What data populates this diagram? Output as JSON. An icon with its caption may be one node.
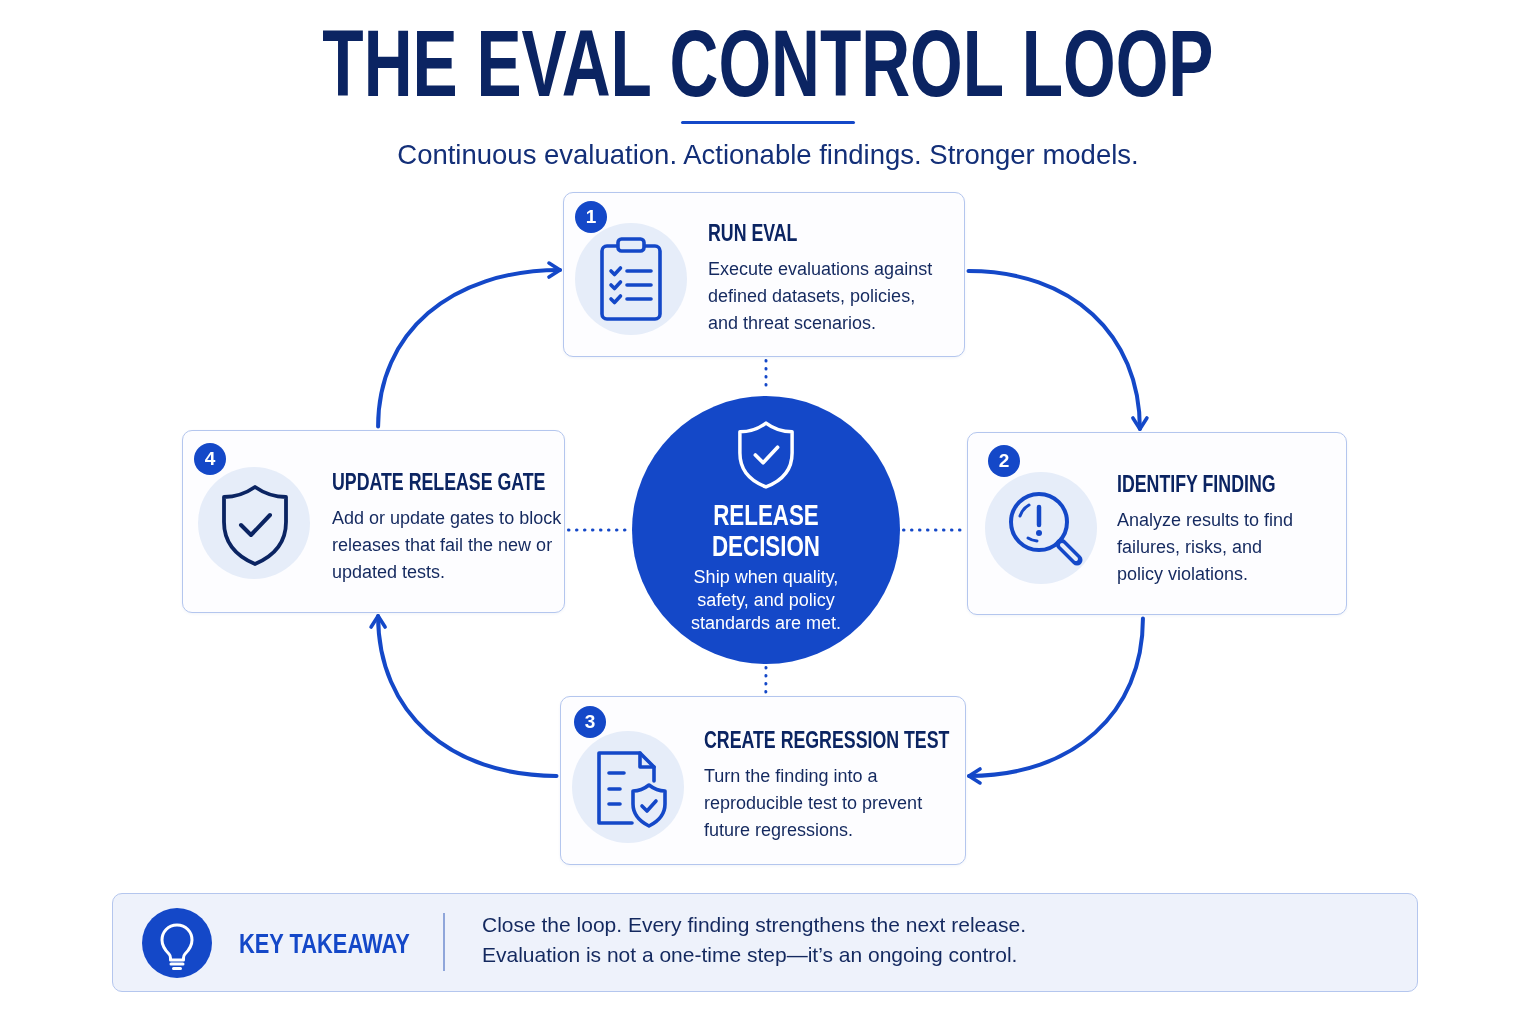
{
  "diagram": {
    "title": "THE EVAL CONTROL LOOP",
    "nodes": [
      {
        "text": [
          "RUN EVAL",
          "Execute evaluations against defined datasets, policies, and threat scenarios."
        ]
      },
      {
        "text": [
          "1"
        ],
        "in": 0
      },
      {
        "text": [
          "UPDATE RELEASE GATE",
          "Add or update gates to block releases that fail the new or updated tests."
        ]
      },
      {
        "text": [
          "4"
        ],
        "in": 2
      },
      {
        "text": [
          "RELEASE DECISION",
          "Ship when quality, safety, and policy standards are met."
        ]
      },
      {
        "text": [
          "IDENTIFY FINDING",
          "Analyze results to find failures, risks, and policy violations."
        ]
      },
      {
        "text": [
          "2"
        ],
        "in": 5
      },
      {
        "text": [
          "CREATE REGRESSION TEST",
          "Turn the finding into a reproducible test to prevent future regressions."
        ]
      },
      {
        "text": [
          "3"
        ],
        "in": 7
      },
      {
        "text": [
          "KEY TAKEAWAY",
          "Close the loop. Every finding strengthens the next release.",
          "Evaluation is not a one-time step—it’s an ongoing control."
        ]
      }
    ],
    "edges": [
      {
        "from": 0,
        "to": 5,
        "arrow": "to"
      },
      {
        "from": 5,
        "to": 7,
        "arrow": "to"
      },
      {
        "from": 7,
        "to": 2,
        "arrow": "to"
      },
      {
        "from": 2,
        "to": 0,
        "arrow": "to"
      },
      {
        "from": 0,
        "to": 4,
        "arrow": "none",
        "style": "dashed"
      },
      {
        "from": 2,
        "to": 4,
        "arrow": "none",
        "style": "dashed"
      },
      {
        "from": 4,
        "to": 5,
        "arrow": "none",
        "style": "dashed"
      },
      {
        "from": 4,
        "to": 7,
        "arrow": "none",
        "style": "dashed"
      }
    ],
    "labels": [
      "Continuous evaluation. Actionable findings. Stronger models."
    ]
  }
}
